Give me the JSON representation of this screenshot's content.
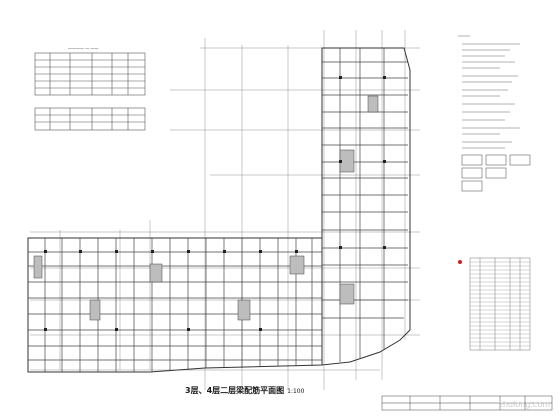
{
  "drawing": {
    "title": "3层、4层二层梁配筋平面图",
    "scale": "1:100"
  },
  "watermark": "zhulong.com",
  "colors": {
    "line": "#3a3a3a",
    "grid": "#6e6e6e",
    "paper": "#ffffff",
    "note_marker": "#cc2222"
  }
}
